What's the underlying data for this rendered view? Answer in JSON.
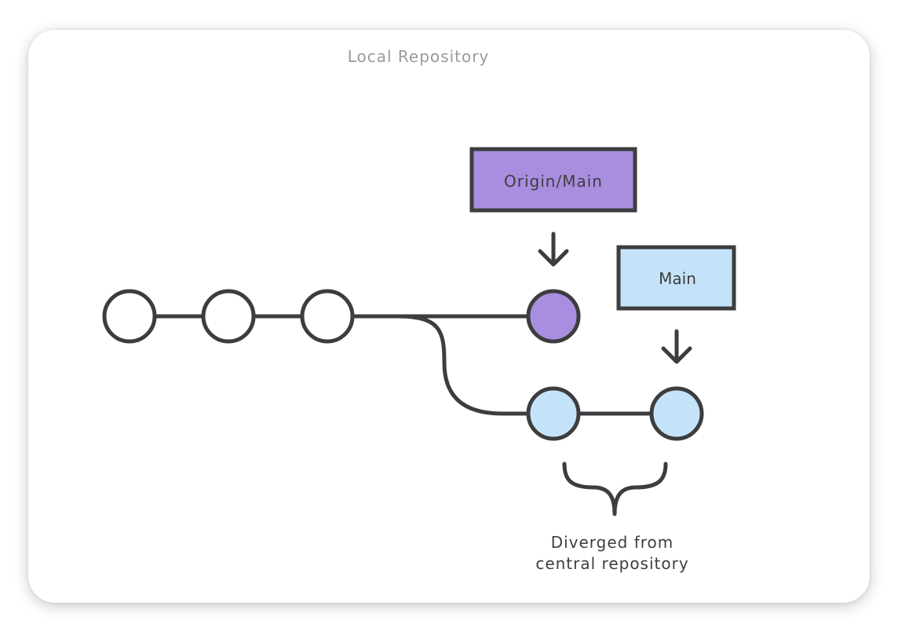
{
  "panel": {
    "title": "Local Repository"
  },
  "labels": {
    "origin_main": "Origin/Main",
    "main": "Main",
    "diverged_line1": "Diverged from",
    "diverged_line2": "central repository"
  },
  "colors": {
    "stroke": "#3d3d3f",
    "origin_fill": "#a98ee0",
    "main_fill": "#c4e3f8",
    "commit_fill": "#ffffff",
    "title_text": "#9a9a9a"
  }
}
